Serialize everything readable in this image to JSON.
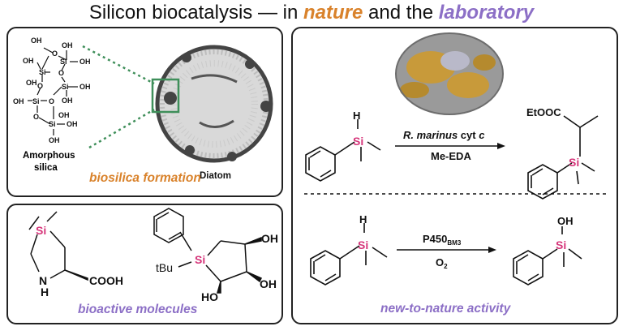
{
  "title": {
    "prefix": "Silicon biocatalysis — in ",
    "nature": "nature",
    "middle": " and the ",
    "laboratory": "laboratory"
  },
  "colors": {
    "nature": "#d9822b",
    "laboratory": "#8c6fc6",
    "silicon": "#d6357a",
    "frame": "#222222",
    "highlight_box": "#3f8f5a"
  },
  "panel_biosilica": {
    "caption": "biosilica formation",
    "silica_label_1": "Amorphous",
    "silica_label_2": "silica",
    "diatom_label": "Diatom",
    "oh": "OH",
    "o": "O",
    "si": "Si"
  },
  "panel_bioactive": {
    "caption": "bioactive molecules",
    "si": "Si",
    "nh_n": "N",
    "nh_h": "H",
    "cooh": "COOH",
    "oh": "OH",
    "ho": "HO",
    "tbu": "tBu"
  },
  "panel_new": {
    "caption": "new-to-nature activity",
    "reaction1": {
      "catalyst_italic": "R. marinus",
      "catalyst_rest": " cyt ",
      "catalyst_c": "c",
      "reagent": "Me-EDA",
      "product_group": "EtOOC"
    },
    "reaction2": {
      "catalyst": "P450",
      "catalyst_sub": "BM3",
      "reagent": "O",
      "reagent_sub": "2",
      "product_group": "OH"
    },
    "si": "Si",
    "h": "H"
  }
}
